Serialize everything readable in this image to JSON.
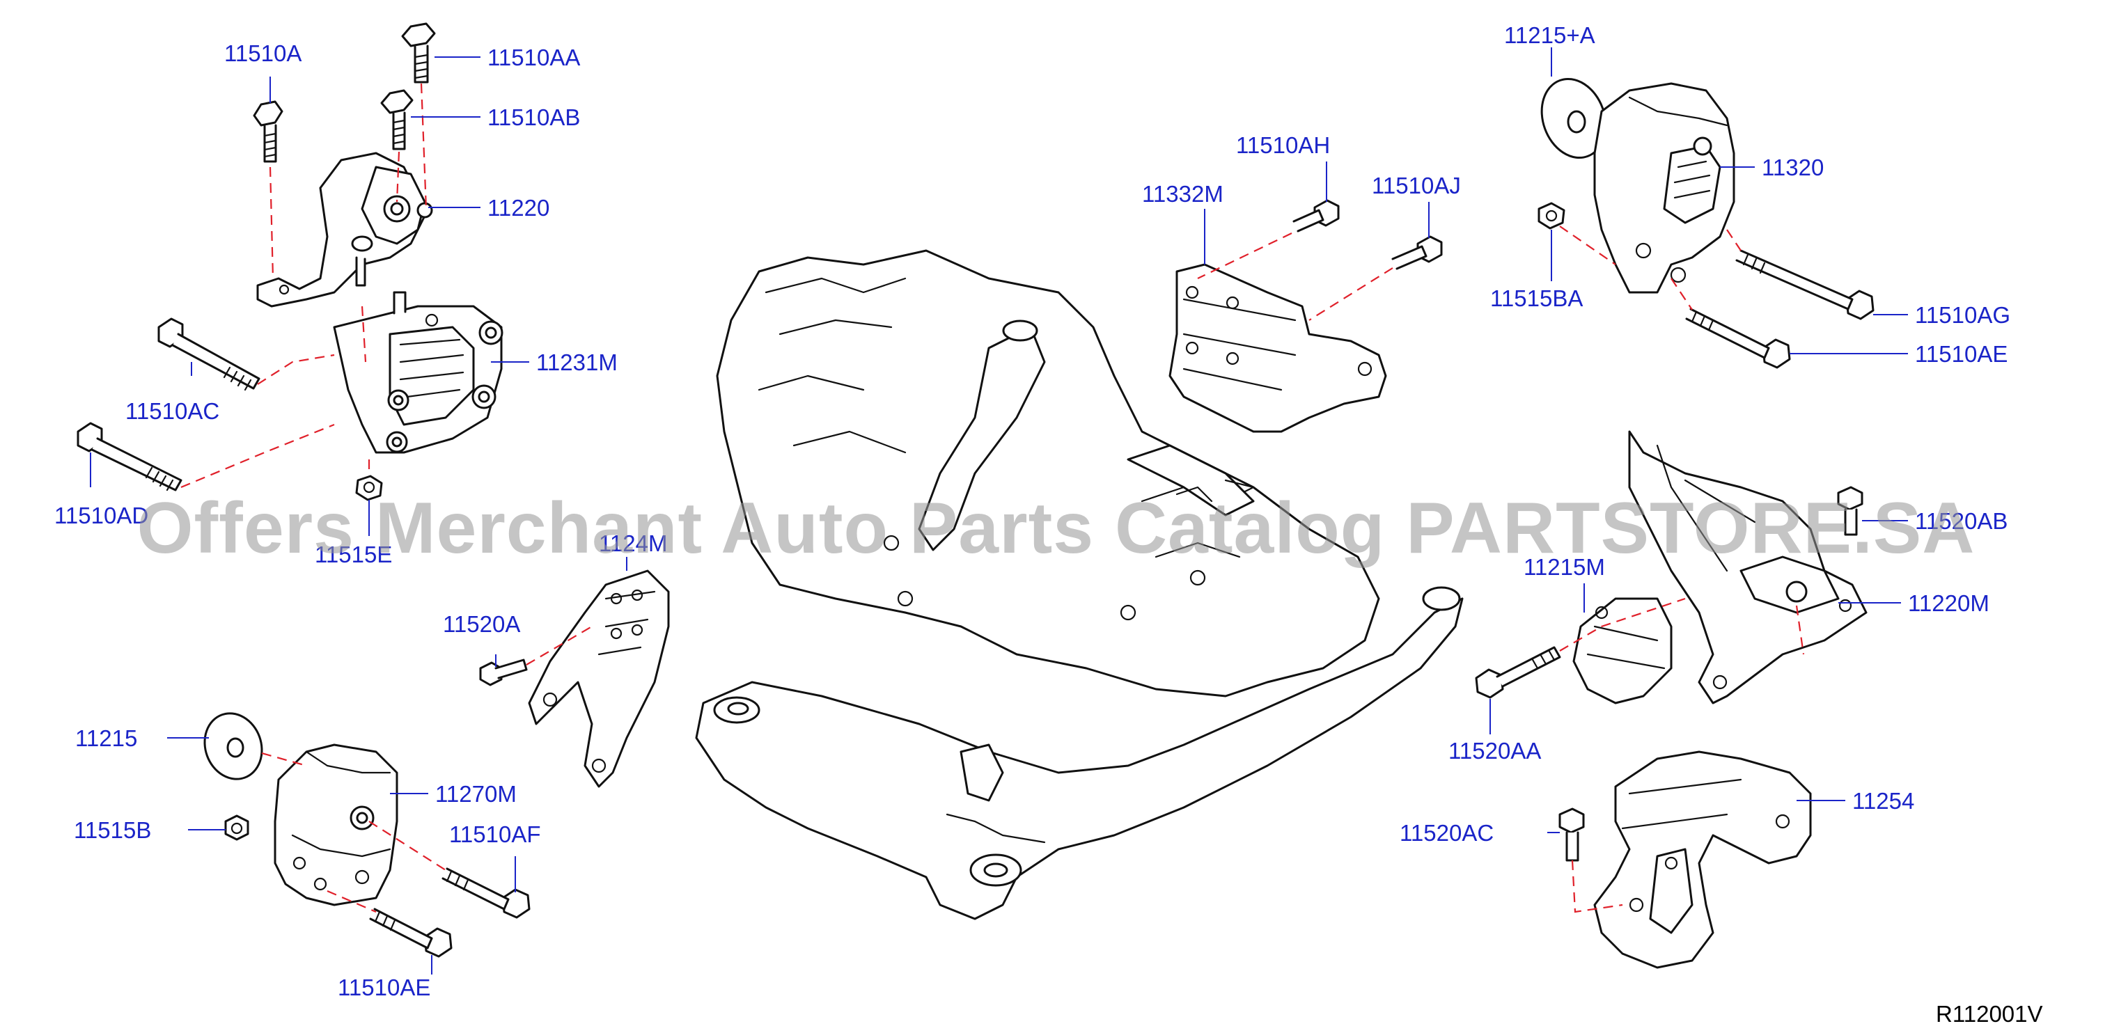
{
  "diagram": {
    "reference_code": "R112001V",
    "watermark": "Offers Merchant Auto Parts Catalog PARTSTORE.SA",
    "colors": {
      "label": "#1a24c8",
      "hidden_line": "#e0202a",
      "part_outline": "#111111",
      "watermark": "#969696"
    },
    "labels": [
      {
        "id": "11510A",
        "text": "11510A"
      },
      {
        "id": "11510AA",
        "text": "11510AA"
      },
      {
        "id": "11510AB",
        "text": "11510AB"
      },
      {
        "id": "11220",
        "text": "11220"
      },
      {
        "id": "11231M",
        "text": "11231M"
      },
      {
        "id": "11510AC",
        "text": "11510AC"
      },
      {
        "id": "11510AD",
        "text": "11510AD"
      },
      {
        "id": "11515E",
        "text": "11515E"
      },
      {
        "id": "11520A",
        "text": "11520A"
      },
      {
        "id": "1124M",
        "text": "1124M"
      },
      {
        "id": "11215",
        "text": "11215"
      },
      {
        "id": "11270M",
        "text": "11270M"
      },
      {
        "id": "11515B",
        "text": "11515B"
      },
      {
        "id": "11510AF",
        "text": "11510AF"
      },
      {
        "id": "11510AE-left",
        "text": "11510AE"
      },
      {
        "id": "11510AH",
        "text": "11510AH"
      },
      {
        "id": "11510AJ",
        "text": "11510AJ"
      },
      {
        "id": "11332M",
        "text": "11332M"
      },
      {
        "id": "11215A",
        "text": "11215+A"
      },
      {
        "id": "11320",
        "text": "11320"
      },
      {
        "id": "11515BA",
        "text": "11515BA"
      },
      {
        "id": "11510AG",
        "text": "11510AG"
      },
      {
        "id": "11510AE-right",
        "text": "11510AE"
      },
      {
        "id": "11520AB",
        "text": "11520AB"
      },
      {
        "id": "11215M",
        "text": "11215M"
      },
      {
        "id": "11220M",
        "text": "11220M"
      },
      {
        "id": "11520AA",
        "text": "11520AA"
      },
      {
        "id": "11254",
        "text": "11254"
      },
      {
        "id": "11520AC",
        "text": "11520AC"
      }
    ]
  }
}
